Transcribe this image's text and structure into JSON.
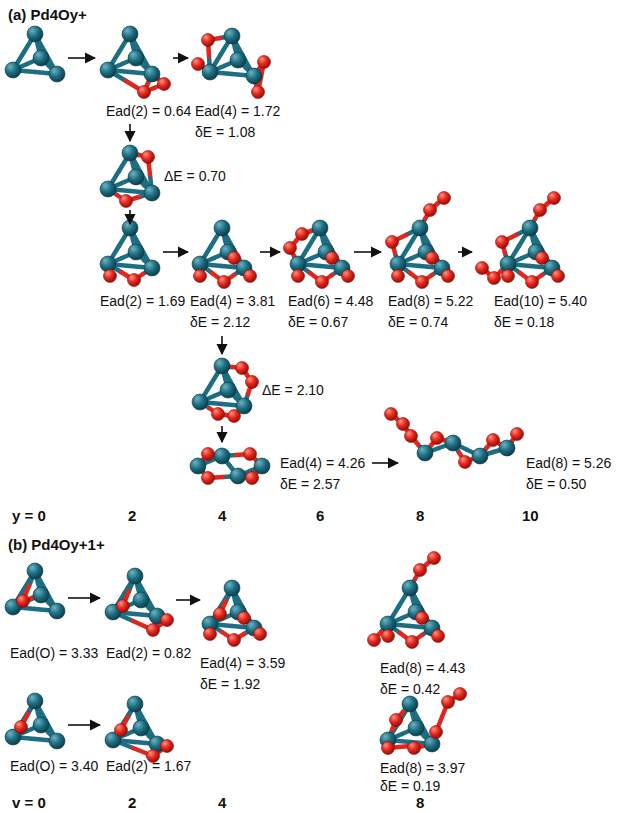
{
  "diagram": {
    "labels": [
      "(a) Pd4Oy+",
      "Ead(2) = 0.64",
      "Ead(4) = 1.72",
      "δE = 1.08",
      "ΔE = 0.70",
      "Ead(2) = 1.69",
      "Ead(4) = 3.81",
      "δE = 2.12",
      "Ead(6) = 4.48",
      "δE = 0.67",
      "Ead(8) = 5.22",
      "δE = 0.74",
      "Ead(10) = 5.40",
      "δE = 0.18",
      "ΔE = 2.10",
      "Ead(4) = 4.26",
      "δE = 2.57",
      "Ead(8) = 5.26",
      "δE = 0.50",
      "y = 0",
      "2",
      "4",
      "6",
      "8",
      "10",
      "(b) Pd4Oy+1+",
      "Ead(O) = 3.33",
      "Ead(2) = 0.82",
      "Ead(4) = 3.59",
      "δE = 1.92",
      "Ead(8) = 4.43",
      "δE = 0.42",
      "Ead(O) = 3.40",
      "Ead(2) = 1.67",
      "Ead(8) = 3.97",
      "δE = 0.19",
      "v = 0",
      "2",
      "4",
      "8"
    ]
  }
}
